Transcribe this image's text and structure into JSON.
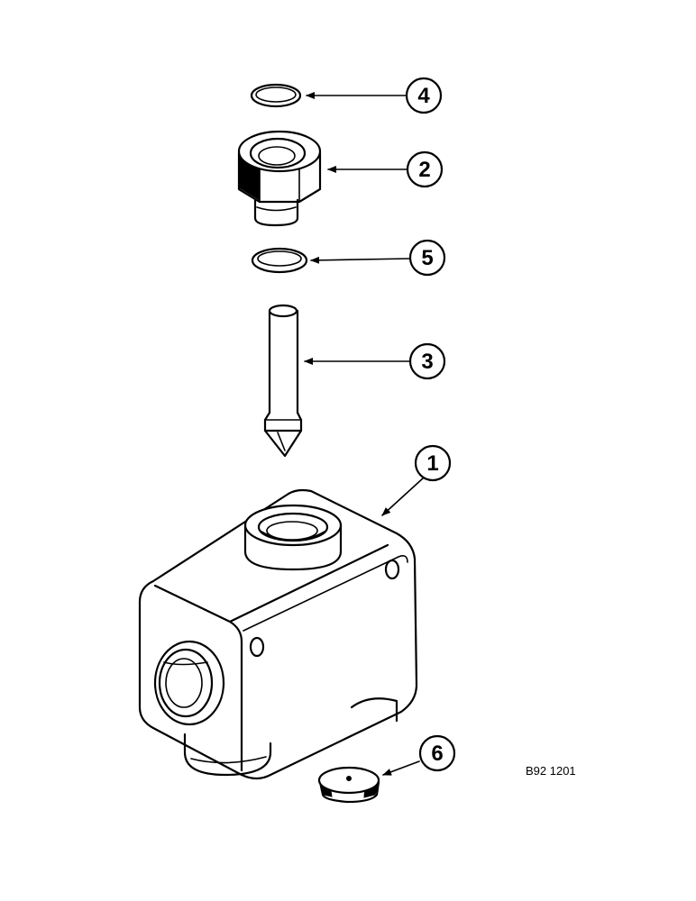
{
  "callouts": [
    {
      "id": "c4",
      "label": "4",
      "part": "o-ring-upper"
    },
    {
      "id": "c2",
      "label": "2",
      "part": "fitting-nut"
    },
    {
      "id": "c5",
      "label": "5",
      "part": "o-ring-lower"
    },
    {
      "id": "c3",
      "label": "3",
      "part": "valve-pin"
    },
    {
      "id": "c1",
      "label": "1",
      "part": "valve-body"
    },
    {
      "id": "c6",
      "label": "6",
      "part": "plug"
    }
  ],
  "figure_reference": "B92 1201"
}
